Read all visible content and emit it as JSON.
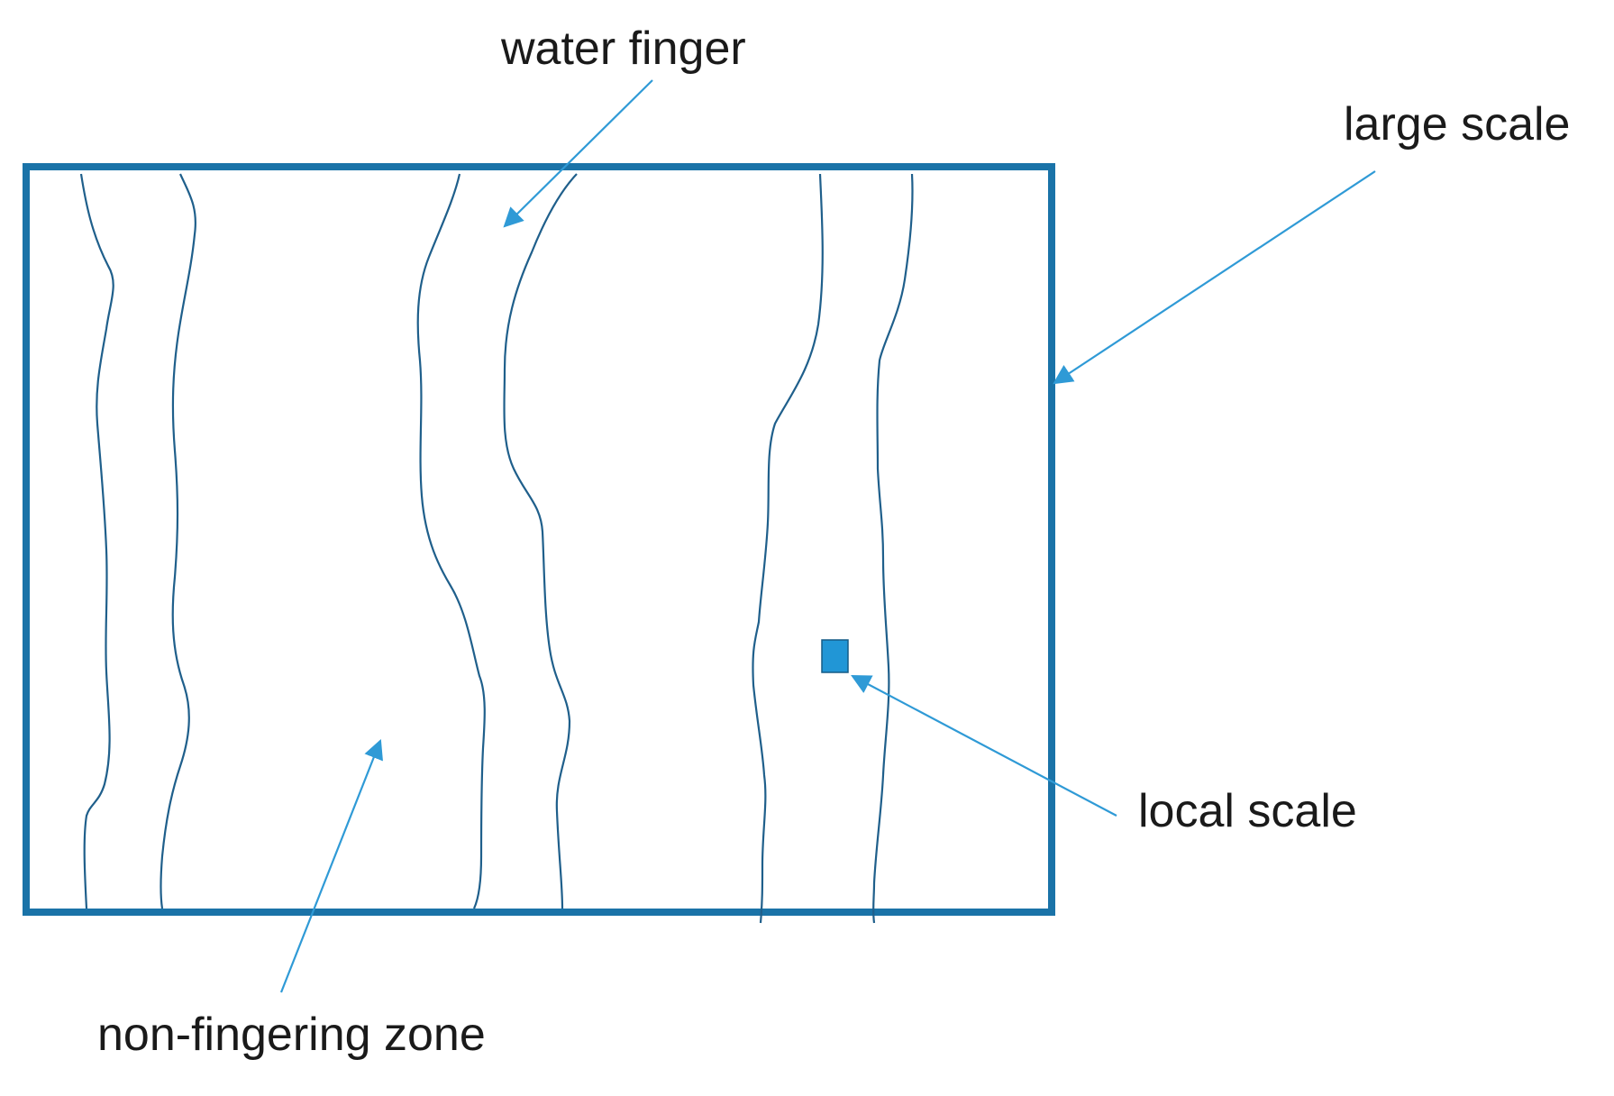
{
  "labels": {
    "water_finger": "water finger",
    "large_scale": "large scale",
    "local_scale": "local scale",
    "non_fingering_zone": "non-fingering zone"
  },
  "colors": {
    "frame": "#1a73a8",
    "boundary_lines": "#1f5f8b",
    "arrows": "#2f9ad6",
    "local_square": "#2196d6",
    "text": "#1a1a1a"
  },
  "icons": {
    "arrow": "arrow-icon",
    "local_element": "square-icon"
  }
}
